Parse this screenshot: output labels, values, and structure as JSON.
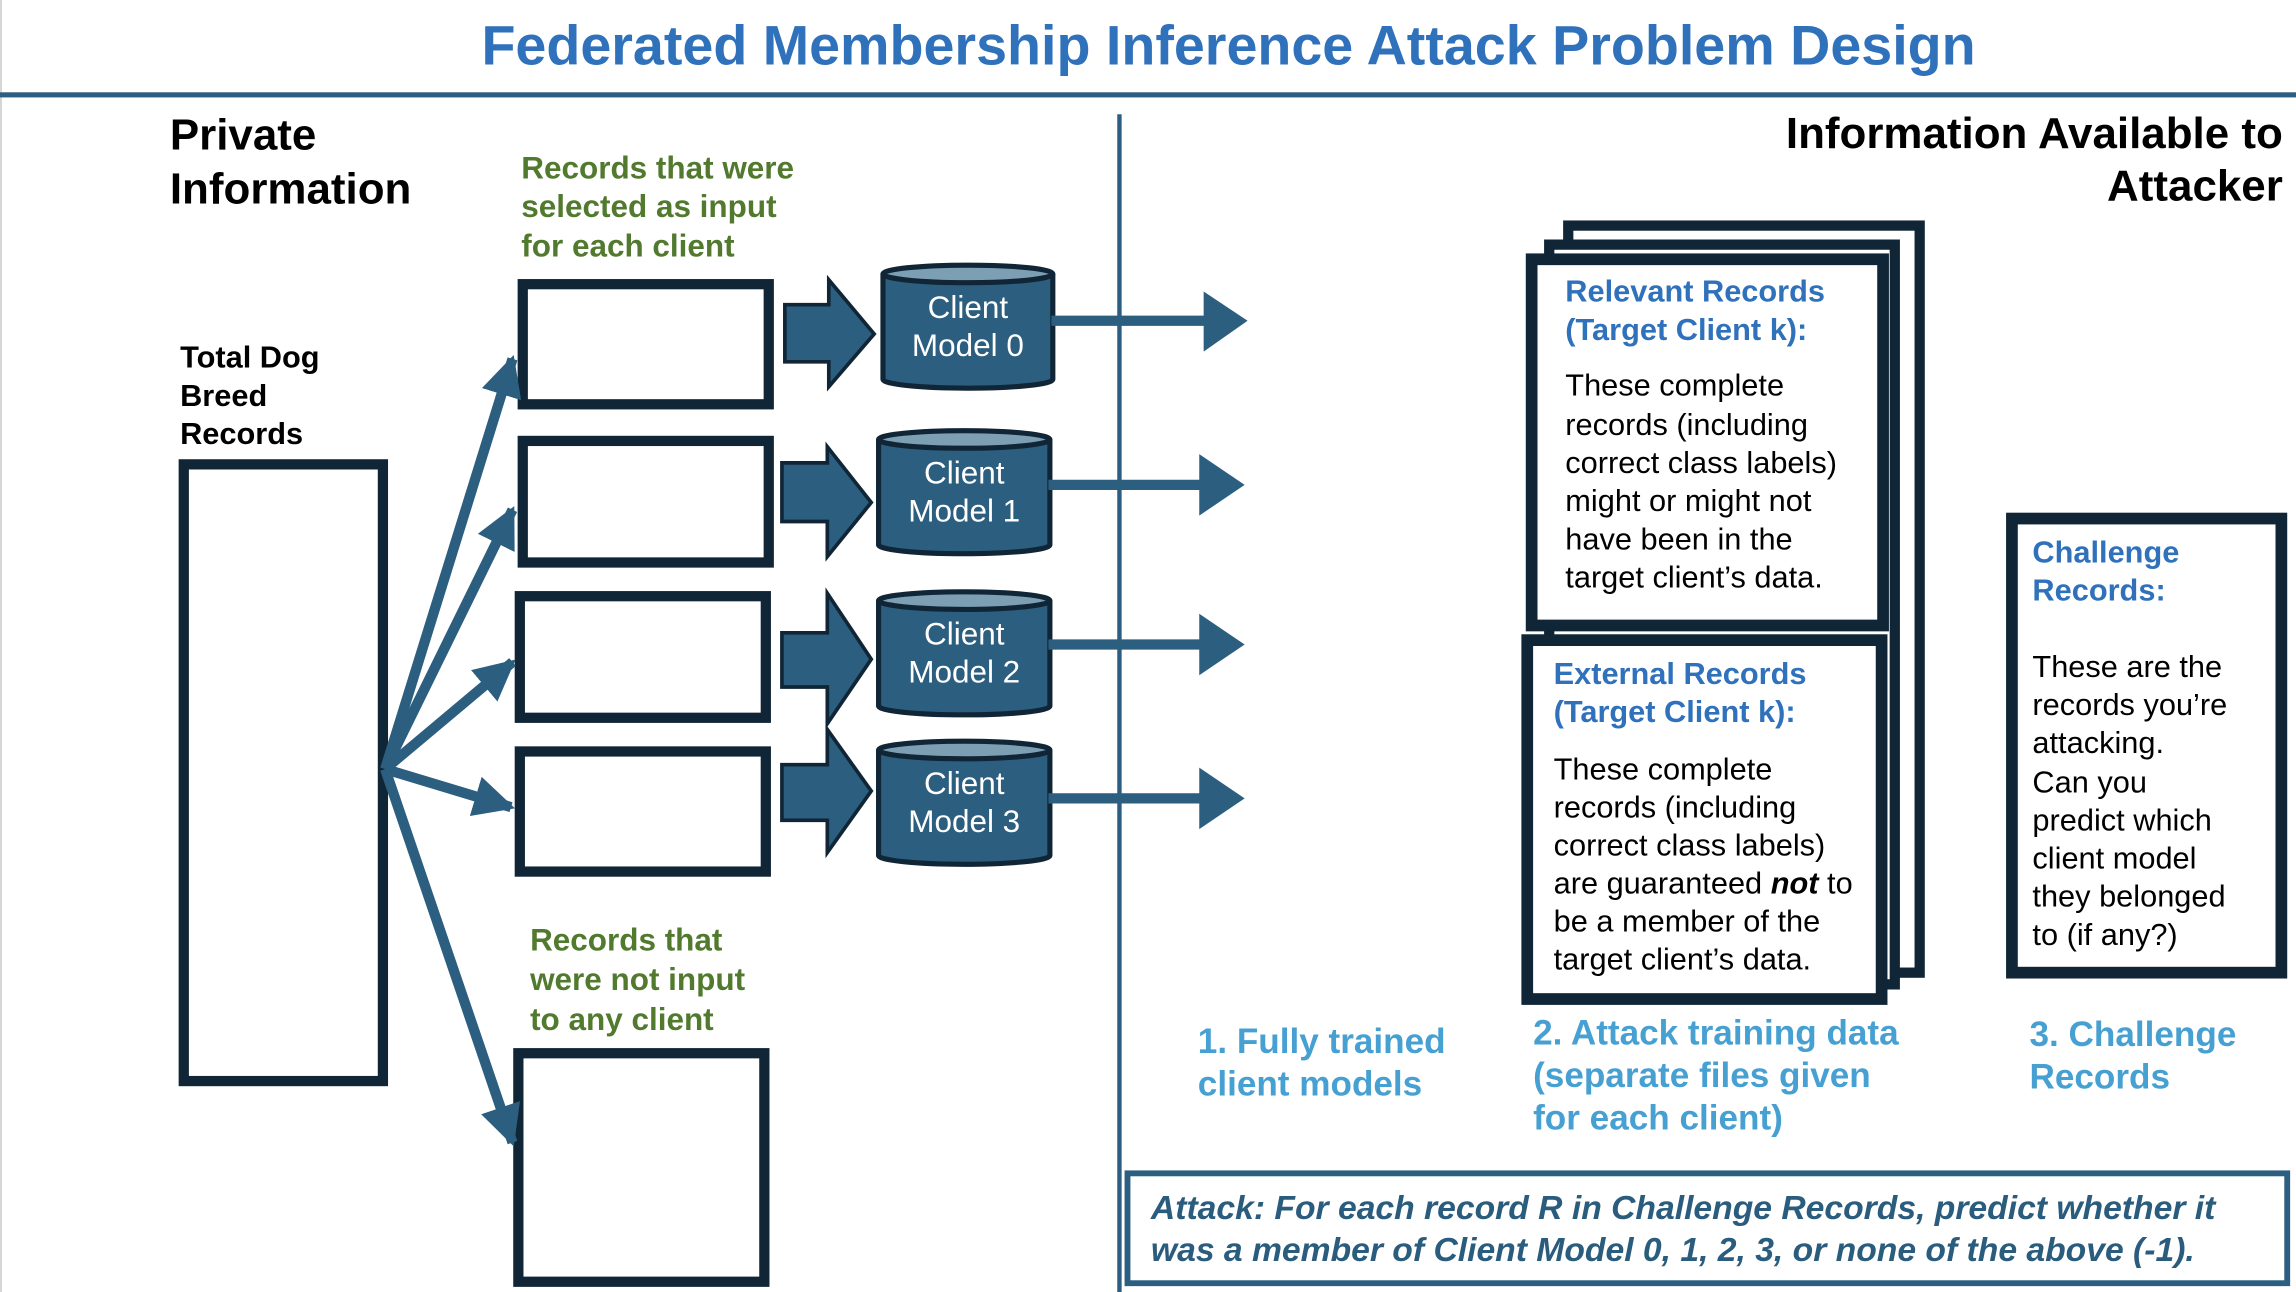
{
  "title": "Federated Membership Inference Attack Problem Design",
  "colors": {
    "title": "#2f71bb",
    "rule": "#2b5e80",
    "box_border": "#102535",
    "model_fill": "#2c5e7f",
    "model_top": "#7c9fb4",
    "green_label": "#527a2f",
    "step_label": "#47a0d2",
    "attack_text": "#2a5c7e"
  },
  "left": {
    "heading": [
      "Private",
      "Information"
    ],
    "total_records_label": [
      "Total Dog",
      "Breed",
      "Records"
    ],
    "selected_label": [
      "Records that were",
      "selected as input",
      "for each client"
    ],
    "not_input_label": [
      "Records that",
      "were not input",
      "to any client"
    ],
    "client_models": [
      {
        "line1": "Client",
        "line2": "Model 0"
      },
      {
        "line1": "Client",
        "line2": "Model 1"
      },
      {
        "line1": "Client",
        "line2": "Model 2"
      },
      {
        "line1": "Client",
        "line2": "Model 3"
      }
    ]
  },
  "right": {
    "heading": [
      "Information Available to",
      "Attacker"
    ],
    "relevant_card": {
      "title": [
        "Relevant Records",
        "(Target Client k):"
      ],
      "body": [
        "These complete",
        "records (including",
        "correct class labels)",
        "might or might not",
        "have been in the",
        "target client’s data."
      ]
    },
    "external_card": {
      "title": [
        "External Records",
        "(Target Client k):"
      ],
      "body": [
        "These complete",
        "records (including",
        "correct class labels)",
        "are guaranteed ",
        "not",
        " to",
        "be a member of the",
        "target client’s data."
      ]
    },
    "challenge_card": {
      "title": [
        "Challenge",
        "Records:"
      ],
      "body": [
        "These are the",
        "records you’re",
        "attacking.",
        "Can you",
        "predict which",
        "client model",
        "they belonged",
        "to (if any?)"
      ]
    },
    "steps": [
      {
        "lines": [
          "1. Fully trained",
          "client models"
        ]
      },
      {
        "lines": [
          "2. Attack training data",
          "(separate files given",
          "for each client)"
        ]
      },
      {
        "lines": [
          "3. Challenge",
          "Records"
        ]
      }
    ],
    "attack_statement": [
      "Attack: For each record R in Challenge Records, predict whether it",
      "was a member of Client Model 0, 1, 2, 3, or none of the above (-1)."
    ]
  }
}
